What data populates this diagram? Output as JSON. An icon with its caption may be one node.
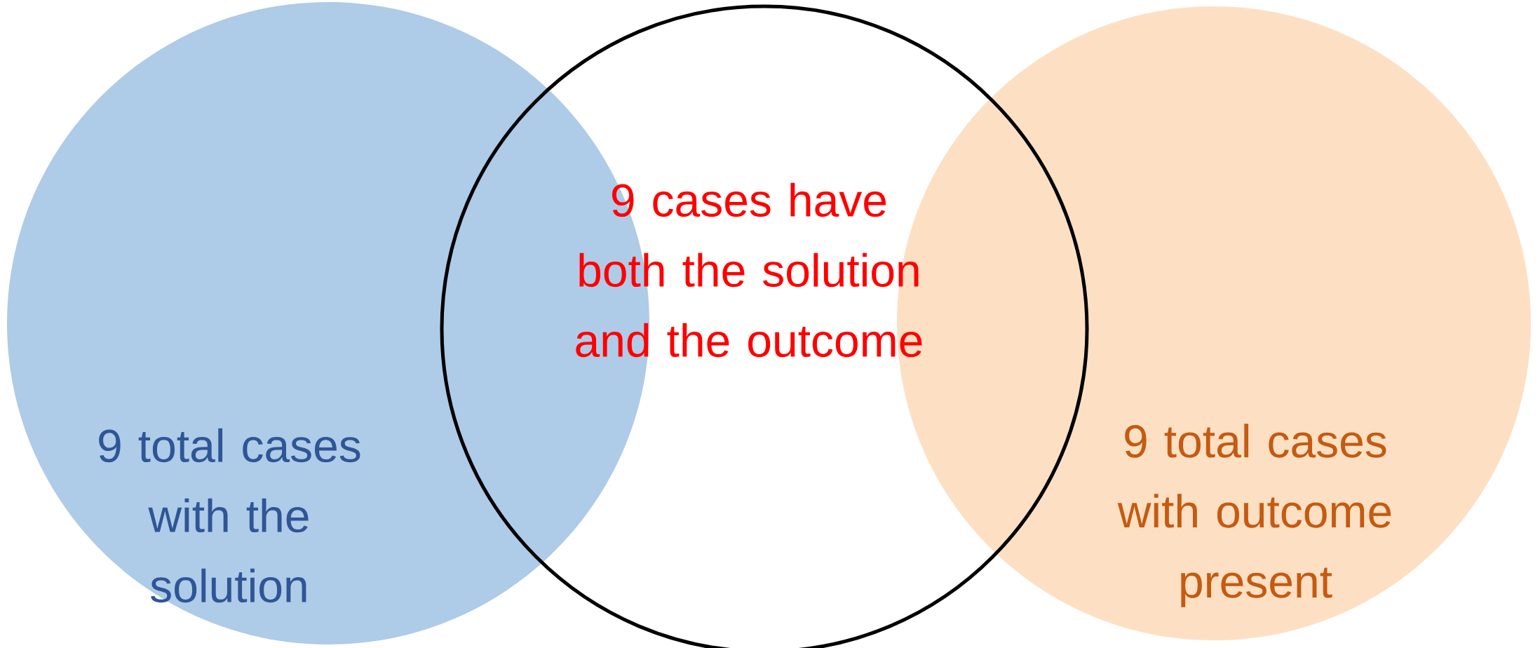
{
  "diagram": {
    "nodes": [
      {
        "text": [
          "9 total cases with the solution"
        ]
      },
      {
        "text": [
          "9 cases have both the solution and the outcome"
        ]
      },
      {
        "text": [
          "9 total cases with outcome present"
        ]
      }
    ]
  }
}
